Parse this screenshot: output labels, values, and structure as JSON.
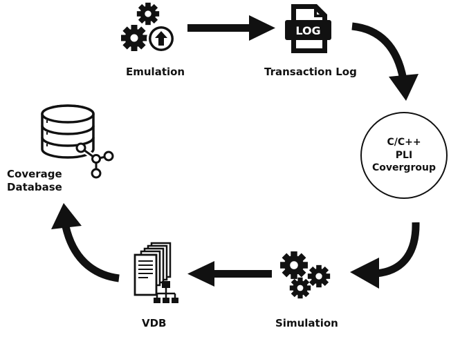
{
  "nodes": {
    "emulation": {
      "label": "Emulation",
      "icon": "gears-upload-icon"
    },
    "transaction_log": {
      "label": "Transaction Log",
      "icon": "log-file-icon",
      "icon_text": "LOG"
    },
    "interface": {
      "lines": [
        "C/C++",
        "PLI",
        "Covergroup"
      ]
    },
    "simulation": {
      "label": "Simulation",
      "icon": "gears-icon"
    },
    "vdb": {
      "label": "VDB",
      "icon": "document-hierarchy-icon"
    },
    "coverage_database": {
      "lines": [
        "Coverage",
        "Database"
      ],
      "icon": "database-share-icon"
    }
  },
  "colors": {
    "ink": "#111111",
    "background": "#ffffff"
  }
}
